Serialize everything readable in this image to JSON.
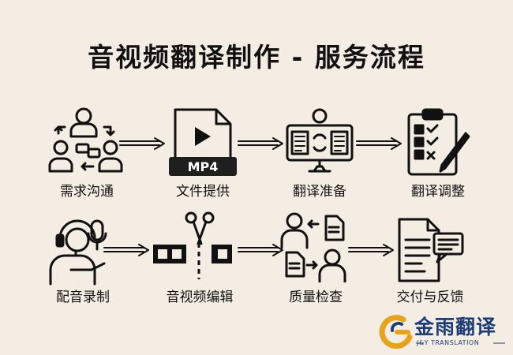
{
  "title": "音视频翻译制作 - 服务流程",
  "steps": [
    {
      "label": "需求沟通",
      "icon": "team-discussion-icon"
    },
    {
      "label": "文件提供",
      "icon": "mp4-file-icon"
    },
    {
      "label": "翻译准备",
      "icon": "translator-screen-icon"
    },
    {
      "label": "翻译调整",
      "icon": "checklist-icon"
    },
    {
      "label": "配音录制",
      "icon": "voice-recording-icon"
    },
    {
      "label": "音视频编辑",
      "icon": "film-cut-icon"
    },
    {
      "label": "质量检查",
      "icon": "document-review-icon"
    },
    {
      "label": "交付与反馈",
      "icon": "delivery-feedback-icon"
    }
  ],
  "file_badge": "MP4",
  "brand": {
    "name": "金雨翻译",
    "subtitle": "J&Y TRANSLATION",
    "colors": {
      "navy": "#1d3d78",
      "gold": "#e8a319"
    }
  }
}
